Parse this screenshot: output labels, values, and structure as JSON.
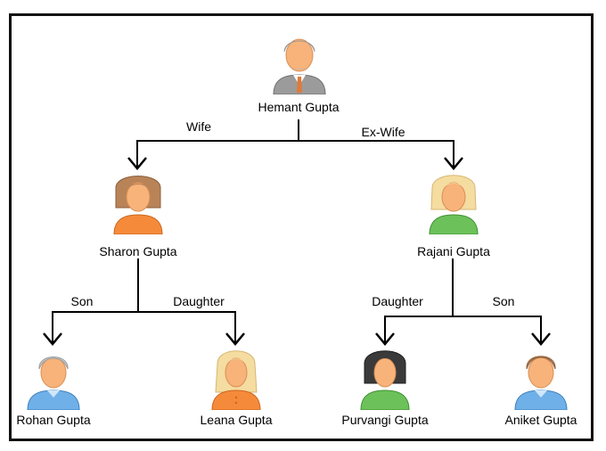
{
  "people": {
    "hemant": {
      "name": "Hemant Gupta",
      "icon": "elderly-man-avatar-icon"
    },
    "sharon": {
      "name": "Sharon Gupta",
      "icon": "woman-avatar-icon"
    },
    "rajani": {
      "name": "Rajani Gupta",
      "icon": "blonde-woman-avatar-icon"
    },
    "rohan": {
      "name": "Rohan Gupta",
      "icon": "grey-haired-boy-avatar-icon"
    },
    "leana": {
      "name": "Leana Gupta",
      "icon": "blonde-girl-avatar-icon"
    },
    "purvangi": {
      "name": "Purvangi Gupta",
      "icon": "dark-haired-girl-avatar-icon"
    },
    "aniket": {
      "name": "Aniket Gupta",
      "icon": "brown-haired-boy-avatar-icon"
    }
  },
  "relations": {
    "wife": "Wife",
    "ex_wife": "Ex-Wife",
    "sharon_son": "Son",
    "sharon_daughter": "Daughter",
    "rajani_daughter": "Daughter",
    "rajani_son": "Son"
  },
  "colors": {
    "line": "#000000",
    "skin": "#f7b37a",
    "blue_shirt": "#6fb0e8",
    "orange_shirt": "#f58a3a",
    "green_shirt": "#6cc15a",
    "grey_suit": "#9b9b9b",
    "grey_hair": "#c8c8c8",
    "brown_hair": "#b98358",
    "blonde_hair": "#f5dca0",
    "dark_hair": "#3a3a3a"
  }
}
